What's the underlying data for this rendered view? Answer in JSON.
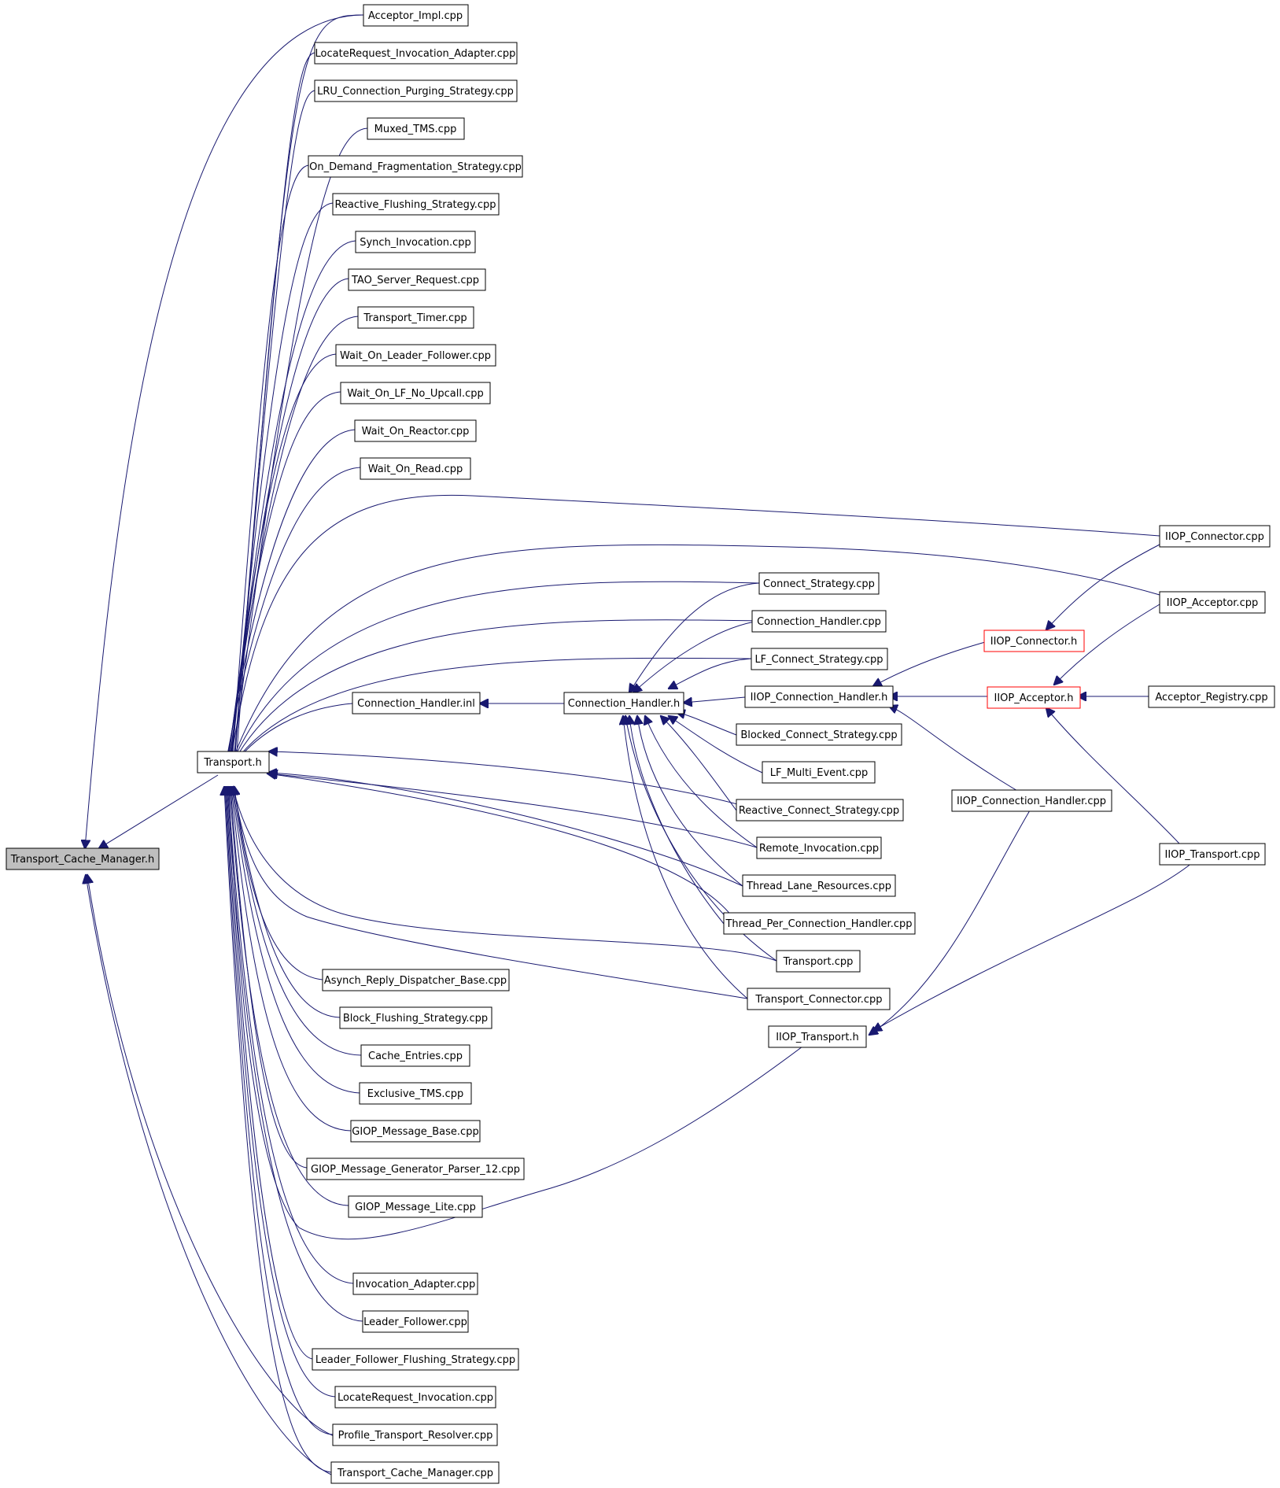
{
  "colors": {
    "edge": "#191970",
    "root_fill": "#bfbfbf",
    "red_border": "#ff0000",
    "border": "#000000"
  },
  "nodes": {
    "root": "Transport_Cache_Manager.h",
    "transport_h": "Transport.h",
    "acceptor_impl": "Acceptor_Impl.cpp",
    "locate_req_adapter": "LocateRequest_Invocation_Adapter.cpp",
    "lru": "LRU_Connection_Purging_Strategy.cpp",
    "muxed": "Muxed_TMS.cpp",
    "on_demand": "On_Demand_Fragmentation_Strategy.cpp",
    "reactive_flush": "Reactive_Flushing_Strategy.cpp",
    "synch": "Synch_Invocation.cpp",
    "tao_server": "TAO_Server_Request.cpp",
    "timer": "Transport_Timer.cpp",
    "wait_lf": "Wait_On_Leader_Follower.cpp",
    "wait_lf_no": "Wait_On_LF_No_Upcall.cpp",
    "wait_reactor": "Wait_On_Reactor.cpp",
    "wait_read": "Wait_On_Read.cpp",
    "iiop_connector_cpp": "IIOP_Connector.cpp",
    "iiop_acceptor_cpp": "IIOP_Acceptor.cpp",
    "connect_strategy": "Connect_Strategy.cpp",
    "connection_handler_cpp": "Connection_Handler.cpp",
    "lf_connect": "LF_Connect_Strategy.cpp",
    "iiop_connector_h": "IIOP_Connector.h",
    "connection_handler_inl": "Connection_Handler.inl",
    "connection_handler_h": "Connection_Handler.h",
    "iiop_connection_handler_h": "IIOP_Connection_Handler.h",
    "iiop_acceptor_h": "IIOP_Acceptor.h",
    "acceptor_registry": "Acceptor_Registry.cpp",
    "blocked_connect": "Blocked_Connect_Strategy.cpp",
    "lf_multi": "LF_Multi_Event.cpp",
    "iiop_connection_handler_cpp": "IIOP_Connection_Handler.cpp",
    "reactive_connect": "Reactive_Connect_Strategy.cpp",
    "remote_invocation": "Remote_Invocation.cpp",
    "iiop_transport_cpp": "IIOP_Transport.cpp",
    "thread_lane": "Thread_Lane_Resources.cpp",
    "thread_per_conn": "Thread_Per_Connection_Handler.cpp",
    "transport_cpp": "Transport.cpp",
    "transport_connector": "Transport_Connector.cpp",
    "asynch_reply": "Asynch_Reply_Dispatcher_Base.cpp",
    "iiop_transport_h": "IIOP_Transport.h",
    "block_flush": "Block_Flushing_Strategy.cpp",
    "cache_entries": "Cache_Entries.cpp",
    "exclusive_tms": "Exclusive_TMS.cpp",
    "giop_base": "GIOP_Message_Base.cpp",
    "giop_gen": "GIOP_Message_Generator_Parser_12.cpp",
    "giop_lite": "GIOP_Message_Lite.cpp",
    "invocation_adapter": "Invocation_Adapter.cpp",
    "leader_follower": "Leader_Follower.cpp",
    "lf_flushing": "Leader_Follower_Flushing_Strategy.cpp",
    "locate_req_inv": "LocateRequest_Invocation.cpp",
    "profile_resolver": "Profile_Transport_Resolver.cpp",
    "tcm_cpp": "Transport_Cache_Manager.cpp"
  }
}
